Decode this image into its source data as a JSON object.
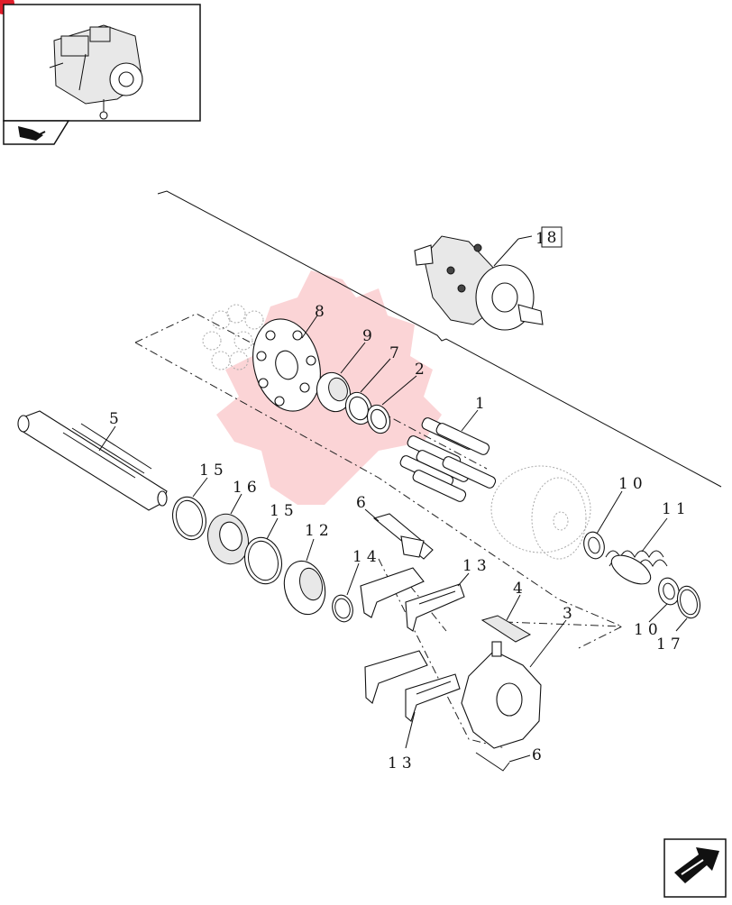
{
  "thumbnail": {
    "icon": "pump-assembly-thumbnail"
  },
  "nav": {
    "icon": "book-icon"
  },
  "ref_box": {
    "label": "1",
    "ref": "8"
  },
  "callouts": [
    {
      "id": "c-8",
      "label": "8"
    },
    {
      "id": "c-9",
      "label": "9"
    },
    {
      "id": "c-7",
      "label": "7"
    },
    {
      "id": "c-2",
      "label": "2"
    },
    {
      "id": "c-1",
      "label": "1"
    },
    {
      "id": "c-5",
      "label": "5"
    },
    {
      "id": "c-15a",
      "label": "15"
    },
    {
      "id": "c-16",
      "label": "16"
    },
    {
      "id": "c-15b",
      "label": "15"
    },
    {
      "id": "c-6a",
      "label": "6"
    },
    {
      "id": "c-12",
      "label": "12"
    },
    {
      "id": "c-14",
      "label": "14"
    },
    {
      "id": "c-13a",
      "label": "13"
    },
    {
      "id": "c-10a",
      "label": "10"
    },
    {
      "id": "c-11",
      "label": "11"
    },
    {
      "id": "c-4",
      "label": "4"
    },
    {
      "id": "c-3",
      "label": "3"
    },
    {
      "id": "c-10b",
      "label": "10"
    },
    {
      "id": "c-17",
      "label": "17"
    },
    {
      "id": "c-13b",
      "label": "13"
    },
    {
      "id": "c-6b",
      "label": "6"
    }
  ],
  "watermark": {
    "icon": "watermark-gear-logo"
  },
  "next_button": {
    "icon": "next-page-arrow-icon"
  },
  "colors": {
    "corner_dot": "#e01e2b",
    "watermark": "#ee3a43",
    "line": "#111111"
  }
}
